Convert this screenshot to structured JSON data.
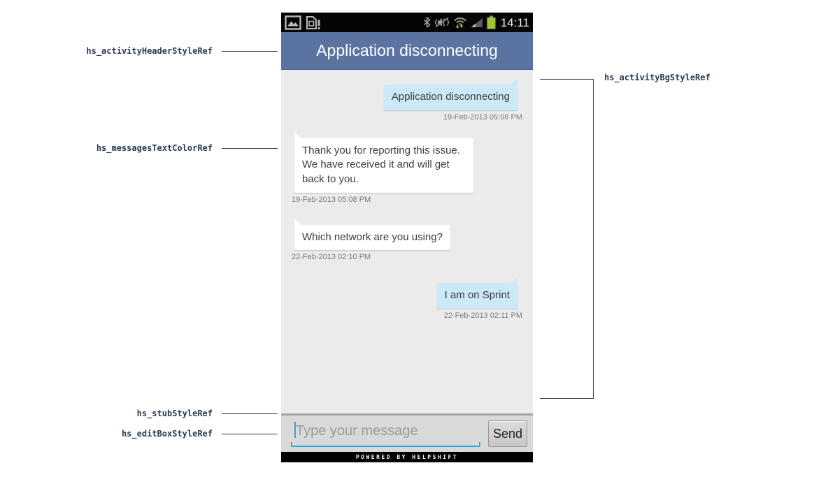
{
  "annotations": {
    "color": "#2b3a50",
    "activity_header": {
      "label": "hs_activityHeaderStyleRef"
    },
    "messages_text_color": {
      "label": "hs_messagesTextColorRef"
    },
    "stub": {
      "label": "hs_stubStyleRef"
    },
    "edit_box": {
      "label": "hs_editBoxStyleRef"
    },
    "activity_bg": {
      "label": "hs_activityBgStyleRef"
    }
  },
  "phone": {
    "status_bar": {
      "time": "14:11",
      "icons_left": [
        "screenshot-icon",
        "sdcard-warning-icon"
      ],
      "icons_right": [
        "bluetooth-icon",
        "vibrate-icon",
        "wifi-icon",
        "signal-icon",
        "battery-icon"
      ],
      "battery_color": "#9fc535"
    },
    "header": {
      "title": "Application disconnecting",
      "bg_color": "#5a73a0",
      "text_color": "#ffffff"
    },
    "chat": {
      "bg_color": "#ebebeb",
      "user_bubble_color": "#cbe9f7",
      "agent_bubble_color": "#ffffff",
      "messages": [
        {
          "side": "user",
          "text": "Application disconnecting",
          "timestamp": "19-Feb-2013 05:08 PM"
        },
        {
          "side": "agent",
          "text": "Thank you for reporting this issue. We have received it and will get back to you.",
          "timestamp": "19-Feb-2013 05:08 PM"
        },
        {
          "side": "agent",
          "text": "Which network are you using?",
          "timestamp": "22-Feb-2013 02:10 PM"
        },
        {
          "side": "user",
          "text": "I am on Sprint",
          "timestamp": "22-Feb-2013 02:11 PM"
        }
      ]
    },
    "composer": {
      "placeholder": "Type your message",
      "send_label": "Send",
      "underline_color": "#2ba8e2"
    },
    "footer": {
      "text": "POWERED BY HELPSHIFT"
    }
  }
}
